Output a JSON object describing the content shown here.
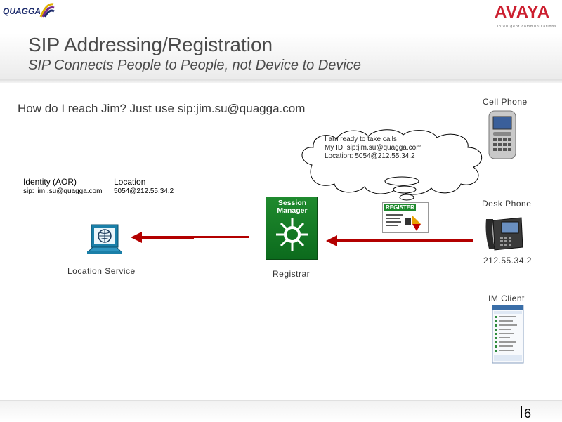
{
  "header": {
    "quagga_logo_text": "QUAGGA",
    "avaya_logo_text": "AVAYA",
    "avaya_tagline": "intelligent communications",
    "title": "SIP Addressing/Registration",
    "subtitle": "SIP Connects People to People, not Device to Device"
  },
  "main": {
    "question": "How do I reach Jim?  Just use sip:jim.su@quagga.com",
    "table": {
      "aor_header": "Identity (AOR)",
      "location_header": "Location",
      "aor_value": "sip: jim .su@quagga.com",
      "location_value": "5054@212.55.34.2"
    },
    "cloud": {
      "line1": "I am  ready to take calls",
      "line2": "My ID:  sip:jim.su@quagga.com",
      "line3": "Location: 5054@212.55.34.2"
    },
    "session_manager_title_1": "Session",
    "session_manager_title_2": "Manager",
    "register_card_text": "REGISTER",
    "location_service_label": "Location Service",
    "registrar_label": "Registrar"
  },
  "devices": {
    "cell_phone_label": "Cell Phone",
    "desk_phone_label": "Desk Phone",
    "desk_phone_ip": "212.55.34.2",
    "im_client_label": "IM Client"
  },
  "footer": {
    "page_number": "6"
  },
  "colors": {
    "arrow_red": "#b30000",
    "session_manager_green": "#1f8a2e",
    "avaya_red": "#cc1f2f"
  }
}
